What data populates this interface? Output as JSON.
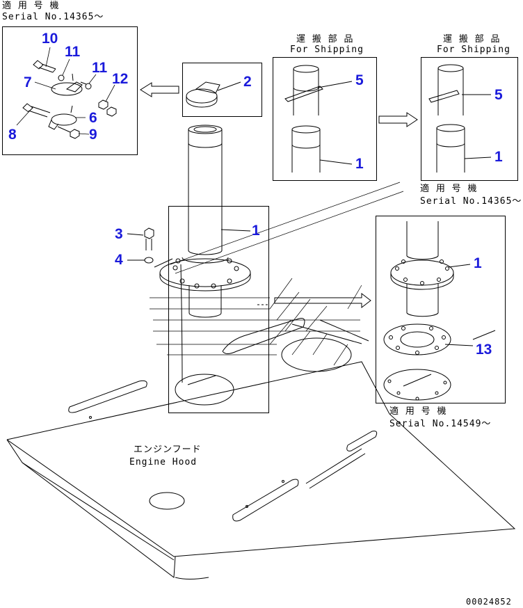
{
  "labels": {
    "serial_top_left_jp": "適 用 号 機",
    "serial_top_left": "Serial No.14365～",
    "shipping1_jp": "運 搬 部 品",
    "shipping1_en": "For Shipping",
    "shipping2_jp": "運 搬 部 品",
    "shipping2_en": "For Shipping",
    "serial_right_jp": "適 用 号 機",
    "serial_right": "Serial No.14365～",
    "serial_bottom_jp": "適 用 号 機",
    "serial_bottom": "Serial No.14549～",
    "hood_jp": "エンジンフード",
    "hood_en": "Engine Hood",
    "drawing_no": "00024852"
  },
  "callouts": {
    "c10": "10",
    "c11a": "11",
    "c11b": "11",
    "c7": "7",
    "c12": "12",
    "c6": "6",
    "c8": "8",
    "c9": "9",
    "c2": "2",
    "c5a": "5",
    "c1a": "1",
    "c5b": "5",
    "c1b": "1",
    "c3": "3",
    "c4": "4",
    "c1c": "1",
    "c1d": "1",
    "c13": "13"
  },
  "colors": {
    "callout": "#1a1adb",
    "line": "#000000"
  }
}
